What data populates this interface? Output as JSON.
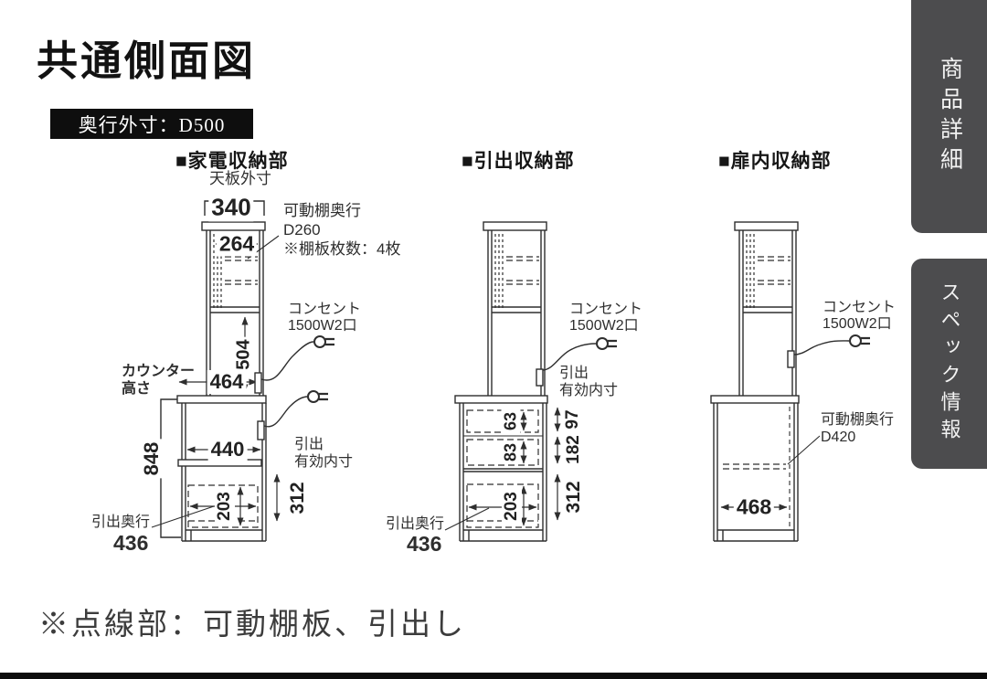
{
  "page": {
    "title": "共通側面図",
    "depth_badge": "奥行外寸：D500",
    "note": "※点線部：可動棚板、引出し"
  },
  "tabs": {
    "product_detail": "商品詳細",
    "spec_info": "スペック情報"
  },
  "shared": {
    "outlet_l1": "コンセント",
    "outlet_l2": "1500W2口",
    "eff_l1": "引出",
    "eff_l2": "有効内寸",
    "drawer_depth_label": "引出奥行",
    "top_panel_label": "天板外寸"
  },
  "d1": {
    "heading": "■家電収納部",
    "counter_l1": "カウンター",
    "counter_l2": "高さ",
    "shelf_l1": "可動棚奥行",
    "shelf_l2": "D260",
    "shelf_l3": "※棚板枚数：4枚",
    "dims": {
      "top_width": "340",
      "shelf_width": "264",
      "upper_height": "504",
      "counter_depth": "464",
      "total_height": "848",
      "open_width": "440",
      "drawer_height": "203",
      "eff_height": "312",
      "drawer_depth": "436"
    }
  },
  "d2": {
    "heading": "■引出収納部",
    "dims": {
      "drawer1": "63",
      "drawer2": "83",
      "drawer3": "203",
      "eff1": "97",
      "eff2": "182",
      "eff3": "312",
      "drawer_depth": "436"
    }
  },
  "d3": {
    "heading": "■扉内収納部",
    "shelf_l1": "可動棚奥行",
    "shelf_l2": "D420",
    "dims": {
      "inner_width": "468"
    }
  }
}
